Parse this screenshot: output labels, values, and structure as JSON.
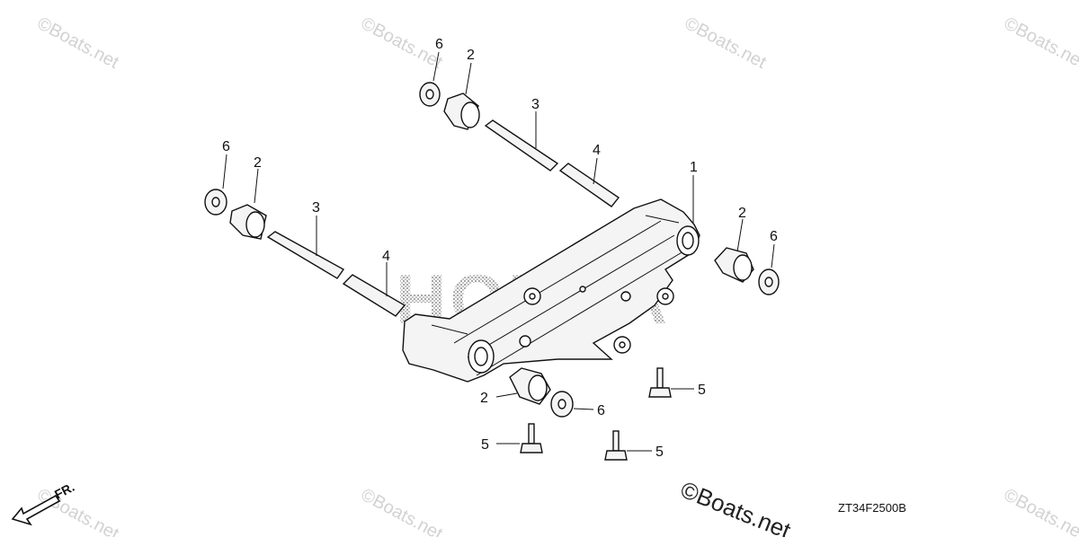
{
  "diagram": {
    "callouts": {
      "c1": "1",
      "c2a": "2",
      "c2b": "2",
      "c2c": "2",
      "c2d": "2",
      "c3a": "3",
      "c3b": "3",
      "c4a": "4",
      "c4b": "4",
      "c5a": "5",
      "c5b": "5",
      "c5c": "5",
      "c6a": "6",
      "c6b": "6",
      "c6c": "6",
      "c6d": "6"
    },
    "code_label": "ZT34F2500B",
    "direction_label": "FR.",
    "brand_background": "HONDA",
    "watermark": "©Boats.net",
    "watermark_main": "©Boats.net"
  }
}
